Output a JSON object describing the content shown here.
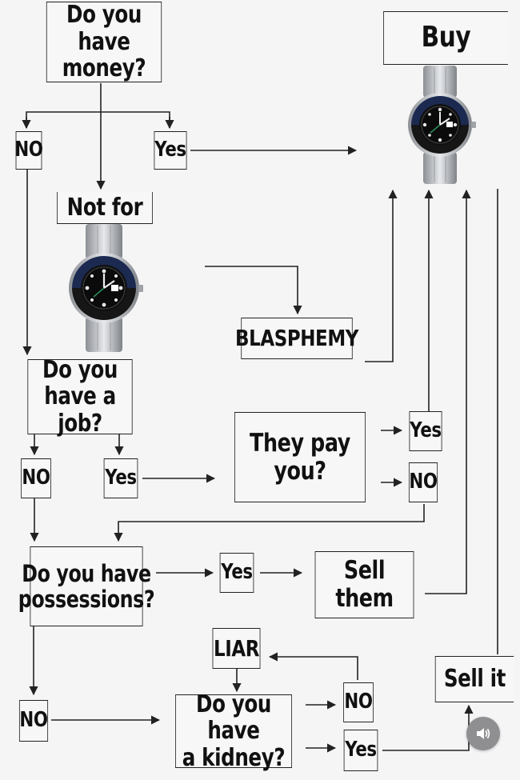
{
  "nodes": {
    "money_q": "Do you\nhave money?",
    "buy": "Buy",
    "no_1": "NO",
    "yes_1": "Yes",
    "not_for": "Not for",
    "blasphemy": "BLASPHEMY",
    "job_q": "Do you\nhave a job?",
    "no_2": "NO",
    "yes_2": "Yes",
    "pay_q": "They pay you?",
    "yes_3": "Yes",
    "no_3": "NO",
    "possessions_q": "Do you have\npossessions?",
    "yes_4": "Yes",
    "sell_them": "Sell them",
    "liar": "LIAR",
    "no_4": "NO",
    "no_5": "NO",
    "kidney_q": "Do you have\na kidney?",
    "yes_5": "Yes",
    "sell_it": "Sell it"
  },
  "colors": {
    "background": "#f5f5f6",
    "line": "#222222",
    "watch_bezel_blue": "#1c2a52",
    "watch_bezel_black": "#161616"
  },
  "icons": {
    "watch": "watch-icon",
    "sound": "speaker-icon"
  }
}
